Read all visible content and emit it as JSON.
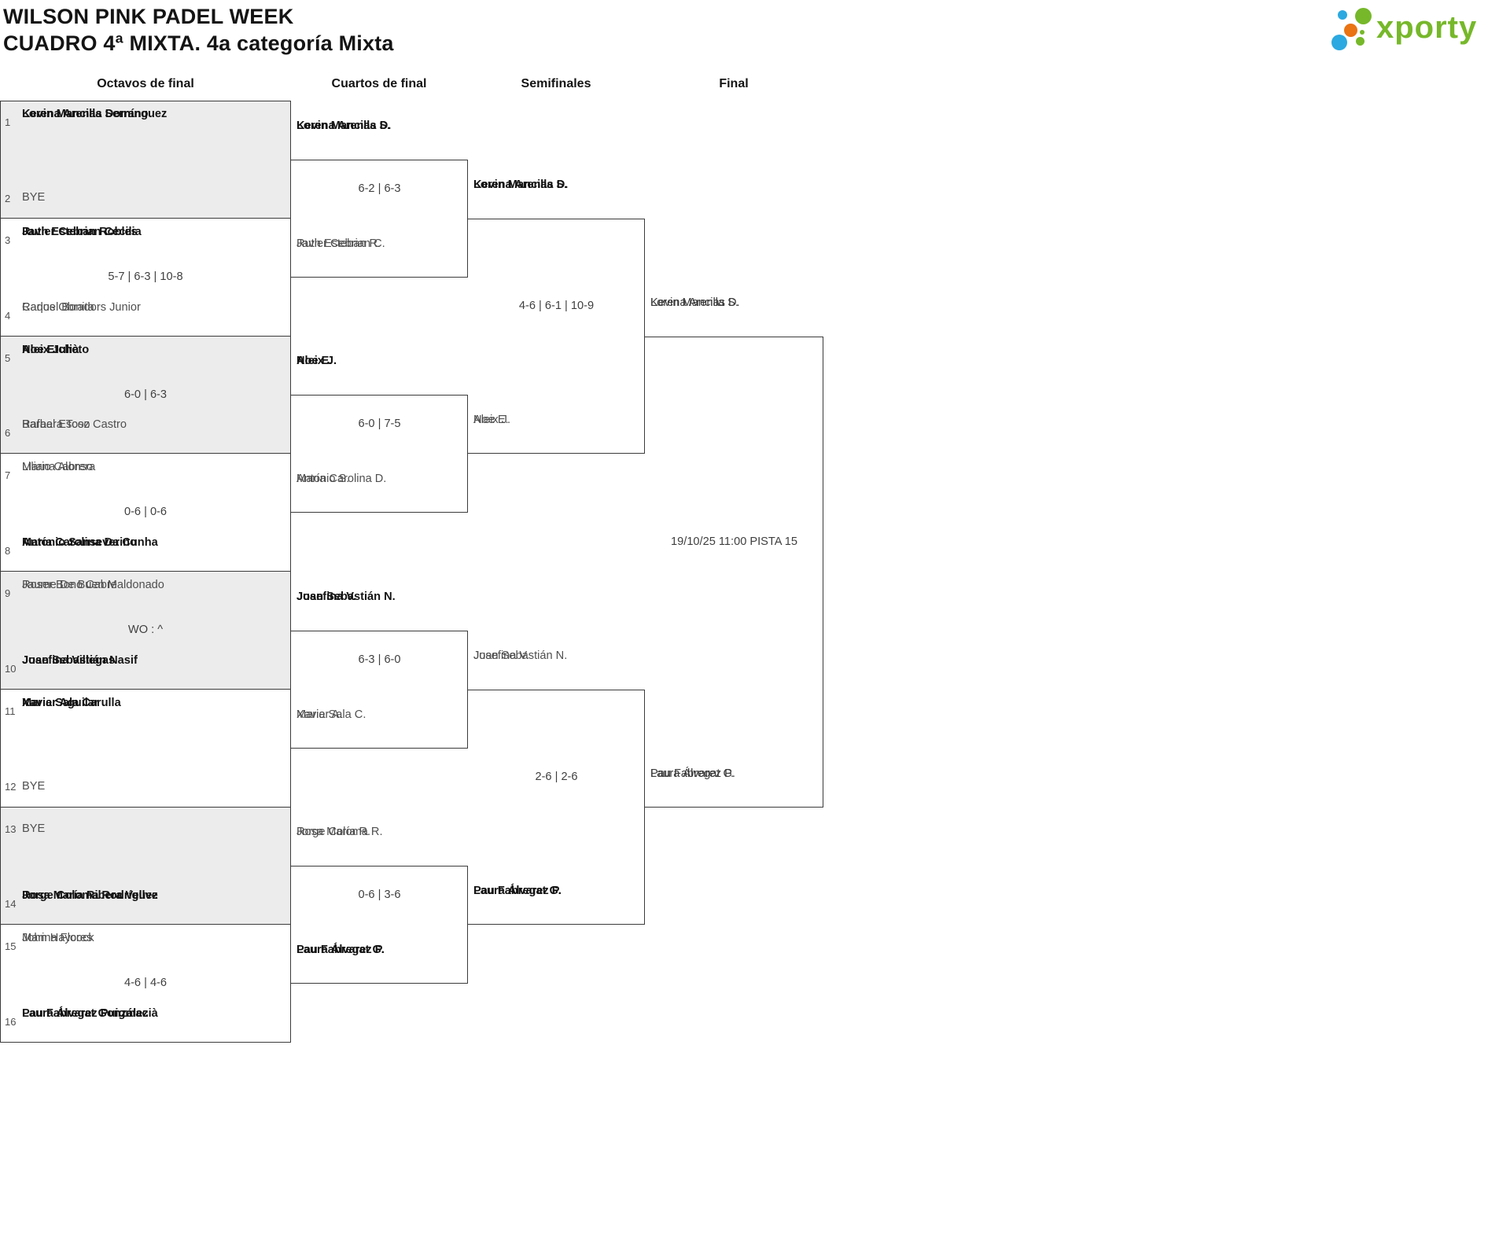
{
  "title": {
    "line1": "WILSON PINK PADEL WEEK",
    "line2": "CUADRO 4ª MIXTA. 4a categoría Mixta"
  },
  "logo": {
    "text": "xporty",
    "colors": {
      "green": "#76b82a",
      "blue": "#2ba9e0",
      "orange": "#ea7313"
    }
  },
  "colors": {
    "line": "#3b3b3b",
    "shaded_row": "#ececec",
    "winner_text": "#141414",
    "loser_text": "#4f4f4f"
  },
  "round_headers": [
    "Octavos de final",
    "Cuartos de final",
    "Semifinales",
    "Final"
  ],
  "bracket": {
    "round_of_16": [
      {
        "score": "",
        "slots": [
          {
            "num": "1",
            "lines": [
              "Kevin Mancilla Serrano",
              "Lorena Arenas Domínguez"
            ],
            "result": "winner"
          },
          {
            "num": "2",
            "lines": [
              "BYE"
            ],
            "result": "bye"
          }
        ]
      },
      {
        "score": "5-7 | 6-3 | 10-8",
        "slots": [
          {
            "num": "3",
            "lines": [
              "Javier Cebrian Cecilia",
              "Ruth Esteban Robles"
            ],
            "result": "winner"
          },
          {
            "num": "4",
            "lines": [
              "Raquel Bonita",
              "Carlos Obradors Junior"
            ],
            "result": "loser"
          }
        ]
      },
      {
        "score": "6-0 | 6-3",
        "slots": [
          {
            "num": "5",
            "lines": [
              "Noe Etcheto",
              "Aleix Julià"
            ],
            "result": "winner"
          },
          {
            "num": "6",
            "lines": [
              "Rafael Escoz Castro",
              "Barbara Toso"
            ],
            "result": "loser"
          }
        ]
      },
      {
        "score": "0-6 | 0-6",
        "slots": [
          {
            "num": "7",
            "lines": [
              "Liliana Alonso",
              "Mario Cabrera"
            ],
            "result": "loser"
          },
          {
            "num": "8",
            "lines": [
              "Antonio Sanseverino",
              "María Carolina Da Cunha"
            ],
            "result": "winner"
          }
        ]
      },
      {
        "score": "WO : ^",
        "slots": [
          {
            "num": "9",
            "lines": [
              "Jaume De Buen Maldonado",
              "Roser Bono Cabre"
            ],
            "result": "loser"
          },
          {
            "num": "10",
            "lines": [
              "Josefina Villegas",
              "Juan Sebastián Nasif"
            ],
            "result": "winner"
          }
        ]
      },
      {
        "score": "",
        "slots": [
          {
            "num": "11",
            "lines": [
              "Xavier Aguilar",
              "Maria Sala Carulla"
            ],
            "result": "winner"
          },
          {
            "num": "12",
            "lines": [
              "BYE"
            ],
            "result": "bye"
          }
        ]
      },
      {
        "score": "",
        "slots": [
          {
            "num": "13",
            "lines": [
              "BYE"
            ],
            "result": "bye"
          },
          {
            "num": "14",
            "lines": [
              "Jorge Coloma Rodríguez",
              "Rosa María Ribera Vellve"
            ],
            "result": "winner"
          }
        ]
      },
      {
        "score": "4-6 | 4-6",
        "slots": [
          {
            "num": "15",
            "lines": [
              "Marina Flores",
              "John Haycock"
            ],
            "result": "loser"
          },
          {
            "num": "16",
            "lines": [
              "Laura Álvarez Puigmacià",
              "Pau Fabregat González"
            ],
            "result": "winner"
          }
        ]
      }
    ],
    "quarterfinals": [
      {
        "score": "6-2 | 6-3",
        "teams": [
          {
            "lines": [
              "Kevin Mancilla S.",
              "Lorena Arenas D."
            ],
            "result": "winner"
          },
          {
            "lines": [
              "Javier Cebrian C.",
              "Ruth Esteban R."
            ],
            "result": "loser"
          }
        ]
      },
      {
        "score": "6-0 | 7-5",
        "teams": [
          {
            "lines": [
              "Noe E.",
              "Aleix J."
            ],
            "result": "winner"
          },
          {
            "lines": [
              "Antonio S.",
              "María Carolina D."
            ],
            "result": "loser"
          }
        ]
      },
      {
        "score": "6-3 | 6-0",
        "teams": [
          {
            "lines": [
              "Josefina V.",
              "Juan Sebastián N."
            ],
            "result": "winner"
          },
          {
            "lines": [
              "Xavier A.",
              "Maria Sala C."
            ],
            "result": "loser"
          }
        ]
      },
      {
        "score": "0-6 | 3-6",
        "teams": [
          {
            "lines": [
              "Jorge Coloma R.",
              "Rosa María R."
            ],
            "result": "loser"
          },
          {
            "lines": [
              "Laura Álvarez P.",
              "Pau Fabregat G."
            ],
            "result": "winner"
          }
        ]
      }
    ],
    "semifinals": [
      {
        "score": "4-6 | 6-1 | 10-9",
        "teams": [
          {
            "lines": [
              "Kevin Mancilla S.",
              "Lorena Arenas D."
            ],
            "result": "winner"
          },
          {
            "lines": [
              "Noe E.",
              "Aleix J."
            ],
            "result": "loser"
          }
        ]
      },
      {
        "score": "2-6 | 2-6",
        "teams": [
          {
            "lines": [
              "Josefina V.",
              "Juan Sebastián N."
            ],
            "result": "loser"
          },
          {
            "lines": [
              "Laura Álvarez P.",
              "Pau Fabregat G."
            ],
            "result": "winner"
          }
        ]
      }
    ],
    "final": {
      "schedule": "19/10/25 11:00 PISTA 15",
      "teams": [
        {
          "lines": [
            "Kevin Mancilla S.",
            "Lorena Arenas D."
          ],
          "result": "pending"
        },
        {
          "lines": [
            "Laura Álvarez P.",
            "Pau Fabregat G."
          ],
          "result": "pending"
        }
      ]
    }
  }
}
